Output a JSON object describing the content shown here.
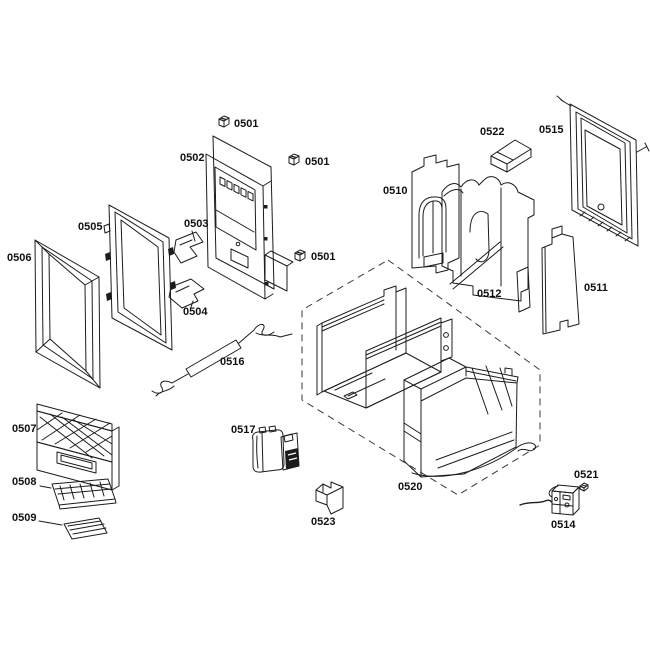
{
  "diagram": {
    "type": "exploded-parts-diagram",
    "background": "#ffffff",
    "line_color": "#1c1c1c",
    "labels": [
      {
        "text": "0501",
        "icon": "screw-cube"
      },
      {
        "text": "0502",
        "icon": null
      },
      {
        "text": "0501",
        "icon": "screw-cube"
      },
      {
        "text": "0503",
        "icon": null
      },
      {
        "text": "0505",
        "icon": null
      },
      {
        "text": "0506",
        "icon": null
      },
      {
        "text": "0501",
        "icon": "screw-cube"
      },
      {
        "text": "0504",
        "icon": null
      },
      {
        "text": "0516",
        "icon": null
      },
      {
        "text": "0510",
        "icon": null
      },
      {
        "text": "0522",
        "icon": null
      },
      {
        "text": "0515",
        "icon": null
      },
      {
        "text": "0512",
        "icon": null
      },
      {
        "text": "0511",
        "icon": null
      },
      {
        "text": "0507",
        "icon": null
      },
      {
        "text": "0508",
        "icon": null
      },
      {
        "text": "0509",
        "icon": null
      },
      {
        "text": "0517",
        "icon": null
      },
      {
        "text": "0520",
        "icon": null
      },
      {
        "text": "0523",
        "icon": null
      },
      {
        "text": "0514",
        "icon": null
      },
      {
        "text": "0521",
        "icon": "screw-cube-small"
      }
    ]
  }
}
